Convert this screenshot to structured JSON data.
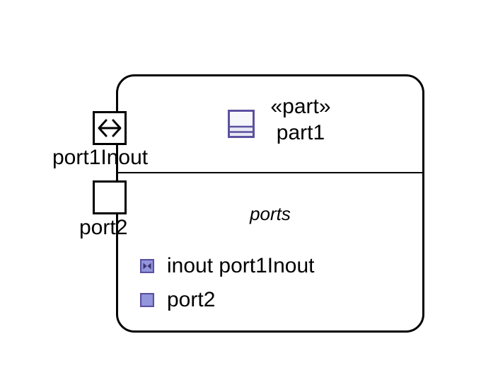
{
  "diagram": {
    "type": "sysml-internal-block-diagram",
    "part": {
      "stereotype": "«part»",
      "name": "part1",
      "icon": "part-block-icon"
    },
    "compartments": [
      {
        "title": "ports",
        "items": [
          {
            "label": "inout port1Inout",
            "icon": "proxy-port-inout-icon"
          },
          {
            "label": "port2",
            "icon": "port-square-icon"
          }
        ]
      }
    ],
    "boundary_ports": [
      {
        "caption": "port1Inout",
        "icon": "bidirectional-arrow-icon",
        "direction": "inout"
      },
      {
        "caption": "port2",
        "icon": "empty-square-icon",
        "direction": "none"
      }
    ]
  },
  "colors": {
    "outline": "#000000",
    "text": "#000000",
    "background": "#ffffff",
    "icon_border": "#5b51a0",
    "icon_fill": "#8f92d8",
    "icon_light": "#f2f2fa",
    "icon_band": "#e4e3f4"
  }
}
